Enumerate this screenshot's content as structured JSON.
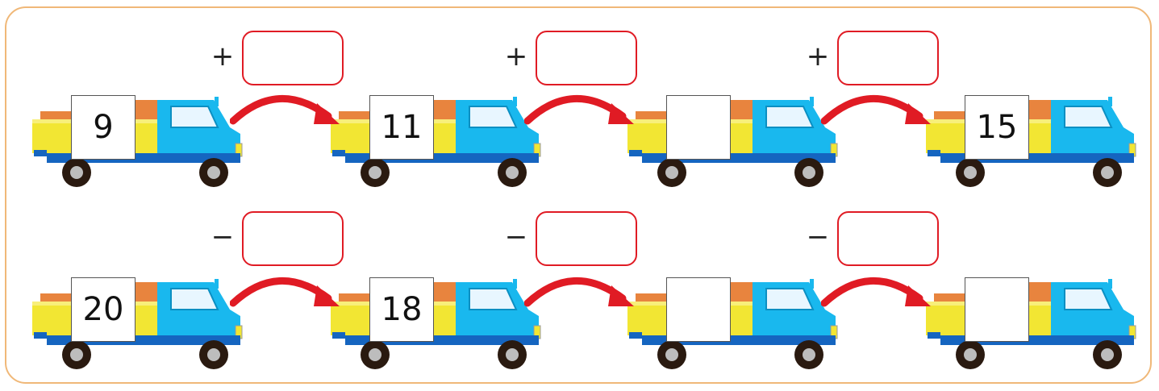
{
  "colors": {
    "frame": "#f0b878",
    "truck_cab": "#19b8ee",
    "truck_bed": "#f2e633",
    "truck_base": "#1565c0",
    "cargo": "#e8843e",
    "arrow": "#e01b24",
    "answer_border": "#e01b24"
  },
  "rows": [
    {
      "operator": "+",
      "trucks": [
        {
          "value": "9"
        },
        {
          "value": "11"
        },
        {
          "value": ""
        },
        {
          "value": "15"
        }
      ],
      "answers": [
        "",
        "",
        ""
      ]
    },
    {
      "operator": "−",
      "trucks": [
        {
          "value": "20"
        },
        {
          "value": "18"
        },
        {
          "value": ""
        },
        {
          "value": ""
        }
      ],
      "answers": [
        "",
        "",
        ""
      ]
    }
  ]
}
